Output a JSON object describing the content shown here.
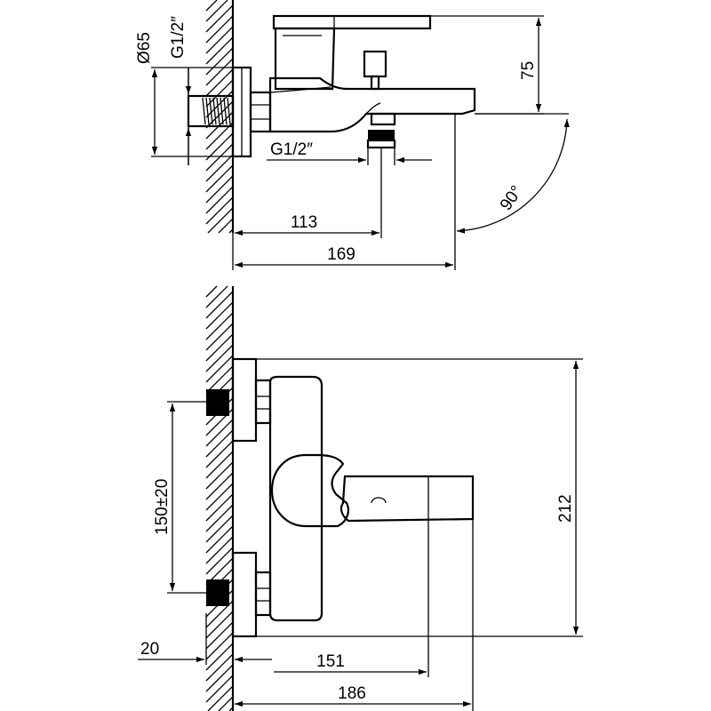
{
  "side_view": {
    "dim_diameter": "Ø65",
    "dim_wall_thread": "G1/2″",
    "dim_height": "75",
    "dim_outlet_thread": "G1/2″",
    "dim_angle": "90°",
    "dim_outlet_depth": "113",
    "dim_total_depth": "169"
  },
  "front_view": {
    "dim_center_distance": "150±20",
    "dim_height": "212",
    "dim_wall_offset": "20",
    "dim_spout_length": "151",
    "dim_total_length": "186"
  },
  "colors": {
    "line": "#000000",
    "background": "#ffffff"
  }
}
